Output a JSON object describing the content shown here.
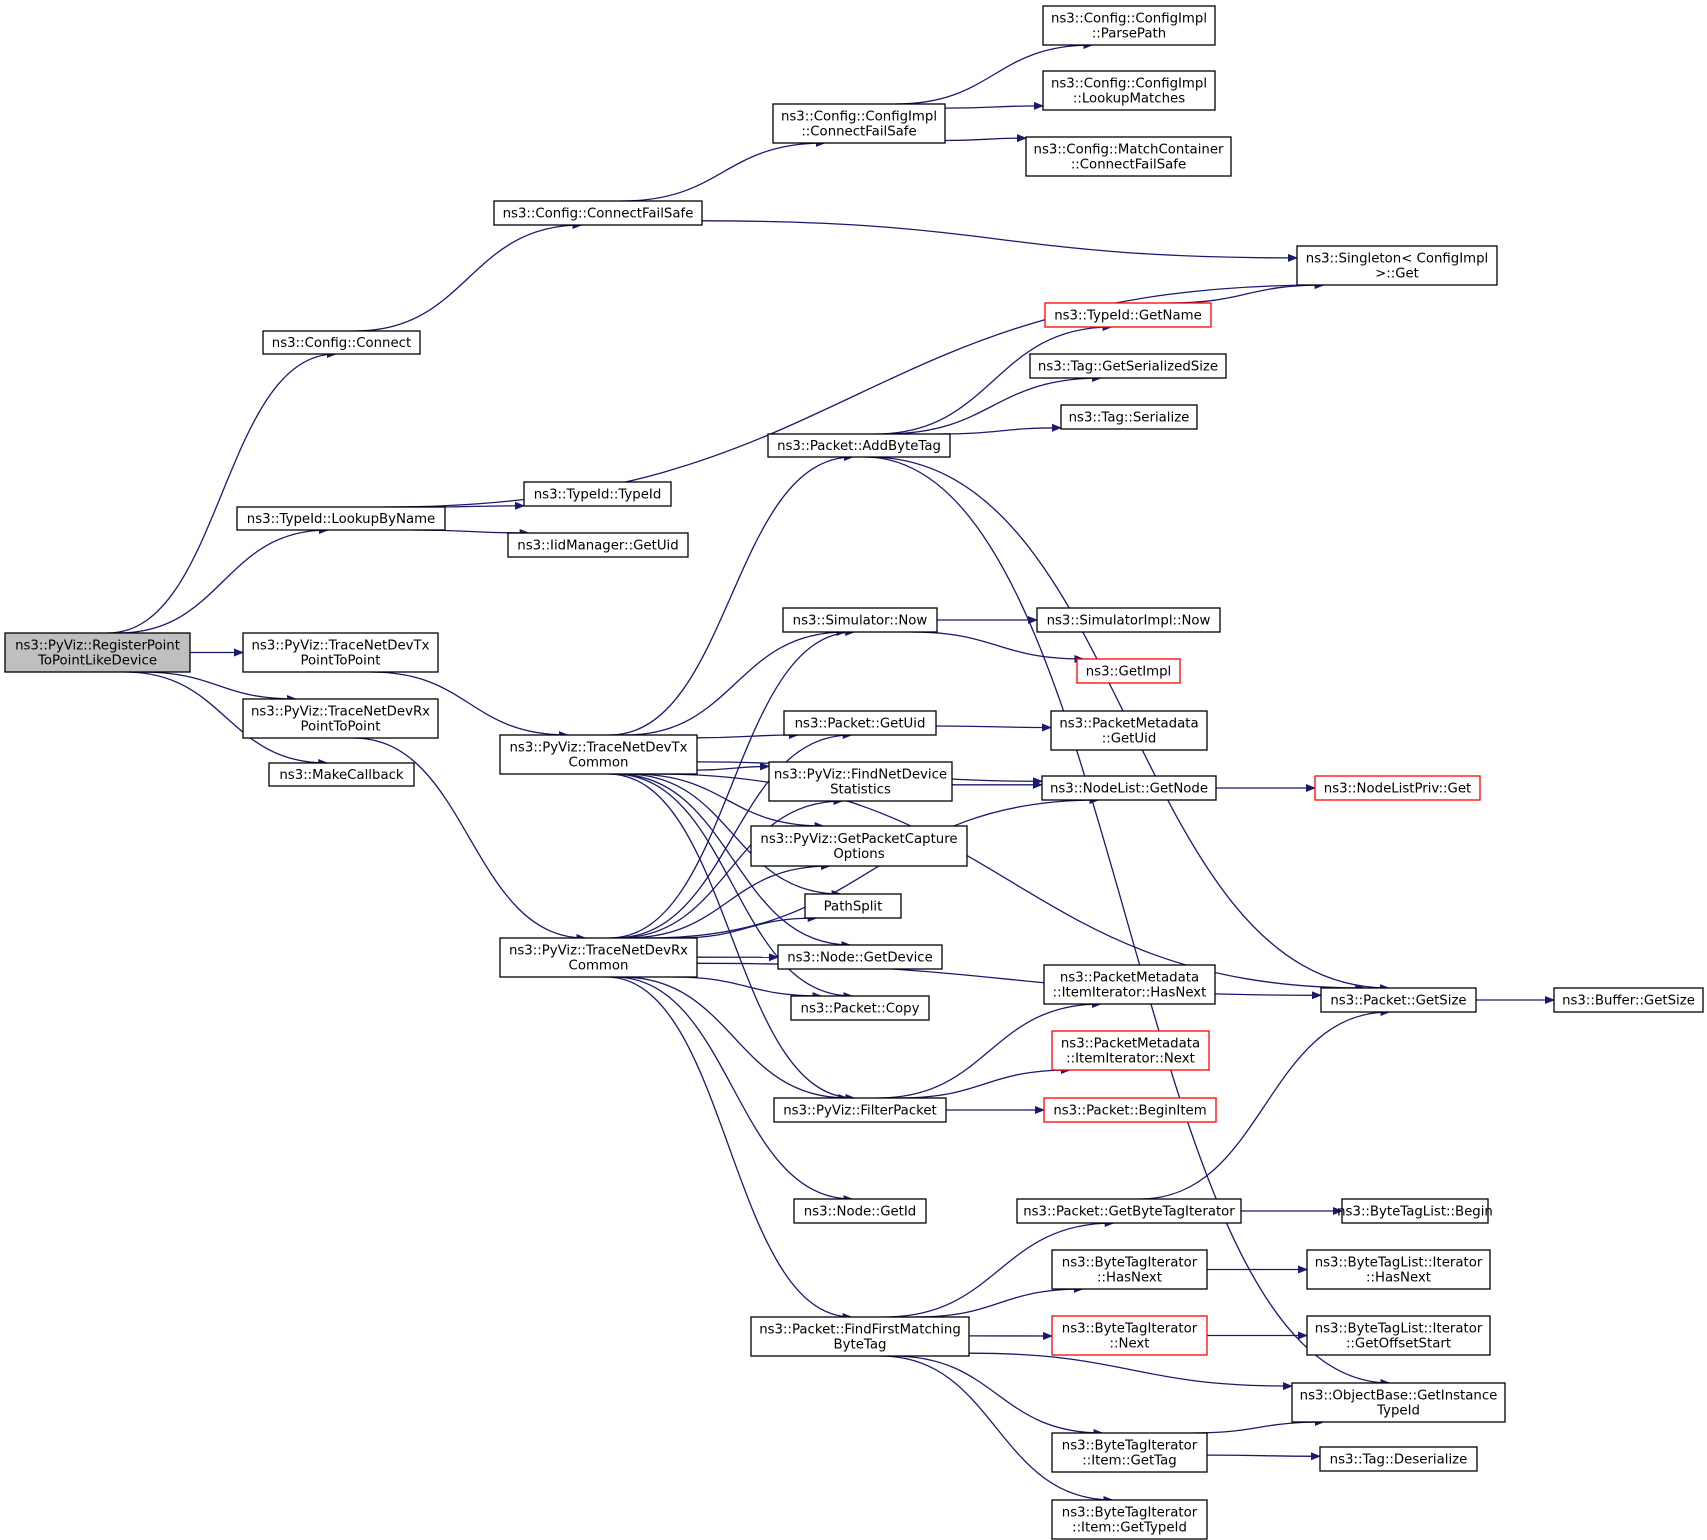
{
  "nodes": [
    {
      "id": "root",
      "lines": [
        "ns3::PyViz::RegisterPoint",
        "ToPointLikeDevice"
      ]
    },
    {
      "id": "cfgconnect",
      "lines": [
        "ns3::Config::Connect"
      ]
    },
    {
      "id": "lookupbyname",
      "lines": [
        "ns3::TypeId::LookupByName"
      ]
    },
    {
      "id": "tracetxp2p",
      "lines": [
        "ns3::PyViz::TraceNetDevTx",
        "PointToPoint"
      ]
    },
    {
      "id": "tracerxp2p",
      "lines": [
        "ns3::PyViz::TraceNetDevRx",
        "PointToPoint"
      ]
    },
    {
      "id": "makecallback",
      "lines": [
        "ns3::MakeCallback"
      ]
    },
    {
      "id": "cfgconnectfs",
      "lines": [
        "ns3::Config::ConnectFailSafe"
      ]
    },
    {
      "id": "typeidtypeid",
      "lines": [
        "ns3::TypeId::TypeId"
      ]
    },
    {
      "id": "iidgetuid",
      "lines": [
        "ns3::IidManager::GetUid"
      ]
    },
    {
      "id": "txcommon",
      "lines": [
        "ns3::PyViz::TraceNetDevTx",
        "Common"
      ]
    },
    {
      "id": "rxcommon",
      "lines": [
        "ns3::PyViz::TraceNetDevRx",
        "Common"
      ]
    },
    {
      "id": "implconnectfs",
      "lines": [
        "ns3::Config::ConfigImpl",
        "::ConnectFailSafe"
      ]
    },
    {
      "id": "addbytetag",
      "lines": [
        "ns3::Packet::AddByteTag"
      ]
    },
    {
      "id": "simnow",
      "lines": [
        "ns3::Simulator::Now"
      ]
    },
    {
      "id": "pktgetuid",
      "lines": [
        "ns3::Packet::GetUid"
      ]
    },
    {
      "id": "findnetdev",
      "lines": [
        "ns3::PyViz::FindNetDevice",
        "Statistics"
      ]
    },
    {
      "id": "getcapture",
      "lines": [
        "ns3::PyViz::GetPacketCapture",
        "Options"
      ]
    },
    {
      "id": "pathsplit",
      "lines": [
        "PathSplit"
      ]
    },
    {
      "id": "nodegetdevice",
      "lines": [
        "ns3::Node::GetDevice"
      ]
    },
    {
      "id": "pktcopy",
      "lines": [
        "ns3::Packet::Copy"
      ]
    },
    {
      "id": "filterpacket",
      "lines": [
        "ns3::PyViz::FilterPacket"
      ]
    },
    {
      "id": "nodegetid",
      "lines": [
        "ns3::Node::GetId"
      ]
    },
    {
      "id": "findfirst",
      "lines": [
        "ns3::Packet::FindFirstMatching",
        "ByteTag"
      ]
    },
    {
      "id": "parsepath",
      "lines": [
        "ns3::Config::ConfigImpl",
        "::ParsePath"
      ]
    },
    {
      "id": "lookupmatches",
      "lines": [
        "ns3::Config::ConfigImpl",
        "::LookupMatches"
      ]
    },
    {
      "id": "mcconnectfs",
      "lines": [
        "ns3::Config::MatchContainer",
        "::ConnectFailSafe"
      ]
    },
    {
      "id": "typeidgetname",
      "lines": [
        "ns3::TypeId::GetName"
      ],
      "red": true
    },
    {
      "id": "taggetsersize",
      "lines": [
        "ns3::Tag::GetSerializedSize"
      ]
    },
    {
      "id": "tagserialize",
      "lines": [
        "ns3::Tag::Serialize"
      ]
    },
    {
      "id": "simimplnow",
      "lines": [
        "ns3::SimulatorImpl::Now"
      ]
    },
    {
      "id": "getimpl",
      "lines": [
        "ns3::GetImpl"
      ],
      "red": true
    },
    {
      "id": "pmgetuid",
      "lines": [
        "ns3::PacketMetadata",
        "::GetUid"
      ]
    },
    {
      "id": "nodelistgetnode",
      "lines": [
        "ns3::NodeList::GetNode"
      ]
    },
    {
      "id": "pmhasnext",
      "lines": [
        "ns3::PacketMetadata",
        "::ItemIterator::HasNext"
      ]
    },
    {
      "id": "pmnext",
      "lines": [
        "ns3::PacketMetadata",
        "::ItemIterator::Next"
      ],
      "red": true
    },
    {
      "id": "pktbeginitem",
      "lines": [
        "ns3::Packet::BeginItem"
      ],
      "red": true
    },
    {
      "id": "getbytetagiter",
      "lines": [
        "ns3::Packet::GetByteTagIterator"
      ]
    },
    {
      "id": "btihasnext",
      "lines": [
        "ns3::ByteTagIterator",
        "::HasNext"
      ]
    },
    {
      "id": "btinext",
      "lines": [
        "ns3::ByteTagIterator",
        "::Next"
      ],
      "red": true
    },
    {
      "id": "btiitemgettag",
      "lines": [
        "ns3::ByteTagIterator",
        "::Item::GetTag"
      ]
    },
    {
      "id": "btiitemgettypeid",
      "lines": [
        "ns3::ByteTagIterator",
        "::Item::GetTypeId"
      ]
    },
    {
      "id": "singletonget",
      "lines": [
        "ns3::Singleton< ConfigImpl",
        " >::Get"
      ]
    },
    {
      "id": "pktgetsize",
      "lines": [
        "ns3::Packet::GetSize"
      ]
    },
    {
      "id": "nodelistprivget",
      "lines": [
        "ns3::NodeListPriv::Get"
      ],
      "red": true
    },
    {
      "id": "btlbegin",
      "lines": [
        "ns3::ByteTagList::Begin"
      ]
    },
    {
      "id": "btliterhasnext",
      "lines": [
        "ns3::ByteTagList::Iterator",
        "::HasNext"
      ]
    },
    {
      "id": "btlitergetoffset",
      "lines": [
        "ns3::ByteTagList::Iterator",
        "::GetOffsetStart"
      ]
    },
    {
      "id": "objgetinstance",
      "lines": [
        "ns3::ObjectBase::GetInstance",
        "TypeId"
      ]
    },
    {
      "id": "tagdeserialize",
      "lines": [
        "ns3::Tag::Deserialize"
      ]
    },
    {
      "id": "buffergetsize",
      "lines": [
        "ns3::Buffer::GetSize"
      ]
    }
  ],
  "edges": [
    {
      "from": "root",
      "to": "cfgconnect"
    },
    {
      "from": "root",
      "to": "lookupbyname"
    },
    {
      "from": "root",
      "to": "tracetxp2p"
    },
    {
      "from": "root",
      "to": "tracerxp2p"
    },
    {
      "from": "root",
      "to": "makecallback"
    },
    {
      "from": "cfgconnect",
      "to": "cfgconnectfs"
    },
    {
      "from": "cfgconnectfs",
      "to": "implconnectfs"
    },
    {
      "from": "cfgconnectfs",
      "to": "singletonget"
    },
    {
      "from": "implconnectfs",
      "to": "parsepath"
    },
    {
      "from": "implconnectfs",
      "to": "lookupmatches"
    },
    {
      "from": "implconnectfs",
      "to": "mcconnectfs"
    },
    {
      "from": "lookupbyname",
      "to": "singletonget"
    },
    {
      "from": "lookupbyname",
      "to": "typeidtypeid"
    },
    {
      "from": "lookupbyname",
      "to": "iidgetuid"
    },
    {
      "from": "tracetxp2p",
      "to": "txcommon"
    },
    {
      "from": "tracerxp2p",
      "to": "rxcommon"
    },
    {
      "from": "txcommon",
      "to": "addbytetag"
    },
    {
      "from": "txcommon",
      "to": "simnow"
    },
    {
      "from": "txcommon",
      "to": "pktgetuid"
    },
    {
      "from": "txcommon",
      "to": "findnetdev"
    },
    {
      "from": "txcommon",
      "to": "getcapture"
    },
    {
      "from": "txcommon",
      "to": "pathsplit"
    },
    {
      "from": "txcommon",
      "to": "nodegetdevice"
    },
    {
      "from": "txcommon",
      "to": "pktcopy"
    },
    {
      "from": "txcommon",
      "to": "filterpacket"
    },
    {
      "from": "txcommon",
      "to": "nodelistgetnode"
    },
    {
      "from": "txcommon",
      "to": "pktgetsize"
    },
    {
      "from": "rxcommon",
      "to": "simnow"
    },
    {
      "from": "rxcommon",
      "to": "pktgetuid"
    },
    {
      "from": "rxcommon",
      "to": "findnetdev"
    },
    {
      "from": "rxcommon",
      "to": "getcapture"
    },
    {
      "from": "rxcommon",
      "to": "pathsplit"
    },
    {
      "from": "rxcommon",
      "to": "nodegetdevice"
    },
    {
      "from": "rxcommon",
      "to": "pktcopy"
    },
    {
      "from": "rxcommon",
      "to": "filterpacket"
    },
    {
      "from": "rxcommon",
      "to": "nodelistgetnode"
    },
    {
      "from": "rxcommon",
      "to": "pktgetsize"
    },
    {
      "from": "rxcommon",
      "to": "nodegetid"
    },
    {
      "from": "rxcommon",
      "to": "findfirst"
    },
    {
      "from": "addbytetag",
      "to": "typeidgetname"
    },
    {
      "from": "addbytetag",
      "to": "taggetsersize"
    },
    {
      "from": "addbytetag",
      "to": "tagserialize"
    },
    {
      "from": "addbytetag",
      "to": "pktgetsize"
    },
    {
      "from": "addbytetag",
      "to": "objgetinstance"
    },
    {
      "from": "typeidgetname",
      "to": "singletonget"
    },
    {
      "from": "simnow",
      "to": "simimplnow"
    },
    {
      "from": "simnow",
      "to": "getimpl"
    },
    {
      "from": "pktgetuid",
      "to": "pmgetuid"
    },
    {
      "from": "findnetdev",
      "to": "nodelistgetnode"
    },
    {
      "from": "nodelistgetnode",
      "to": "nodelistprivget"
    },
    {
      "from": "filterpacket",
      "to": "pmhasnext"
    },
    {
      "from": "filterpacket",
      "to": "pmnext"
    },
    {
      "from": "filterpacket",
      "to": "pktbeginitem"
    },
    {
      "from": "findfirst",
      "to": "getbytetagiter"
    },
    {
      "from": "findfirst",
      "to": "btihasnext"
    },
    {
      "from": "findfirst",
      "to": "btinext"
    },
    {
      "from": "findfirst",
      "to": "objgetinstance"
    },
    {
      "from": "findfirst",
      "to": "btiitemgettag"
    },
    {
      "from": "findfirst",
      "to": "btiitemgettypeid"
    },
    {
      "from": "getbytetagiter",
      "to": "btlbegin"
    },
    {
      "from": "getbytetagiter",
      "to": "pktgetsize"
    },
    {
      "from": "btihasnext",
      "to": "btliterhasnext"
    },
    {
      "from": "btinext",
      "to": "btlitergetoffset"
    },
    {
      "from": "btiitemgettag",
      "to": "objgetinstance"
    },
    {
      "from": "btiitemgettag",
      "to": "tagdeserialize"
    },
    {
      "from": "pktgetsize",
      "to": "buffergetsize"
    }
  ],
  "colors": {
    "edge": "#191970",
    "root_fill": "#bfbfbf",
    "highlight_border": "#ff0000"
  }
}
